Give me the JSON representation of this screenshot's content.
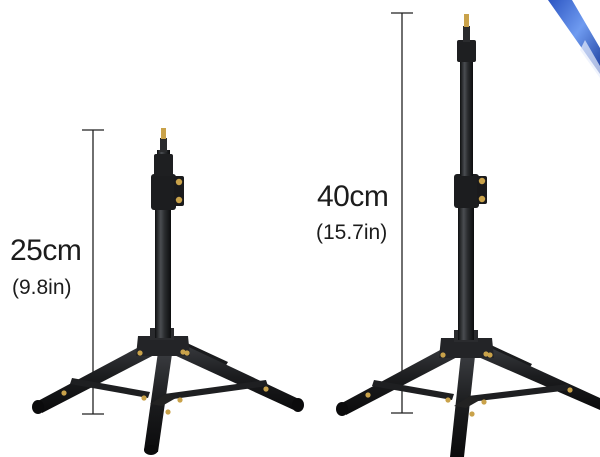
{
  "colors": {
    "tube": "#1e1f21",
    "tube_highlight": "#55585c",
    "leg": "#1a1b1d",
    "hub": "#202124",
    "brass": "#c9a24a",
    "dim_line": "#222222",
    "blue_strip": "#3f6fd8"
  },
  "short_stand": {
    "height_cm": "25cm",
    "height_in": "(9.8in)"
  },
  "tall_stand": {
    "height_cm": "40cm",
    "height_in": "(15.7in)"
  }
}
